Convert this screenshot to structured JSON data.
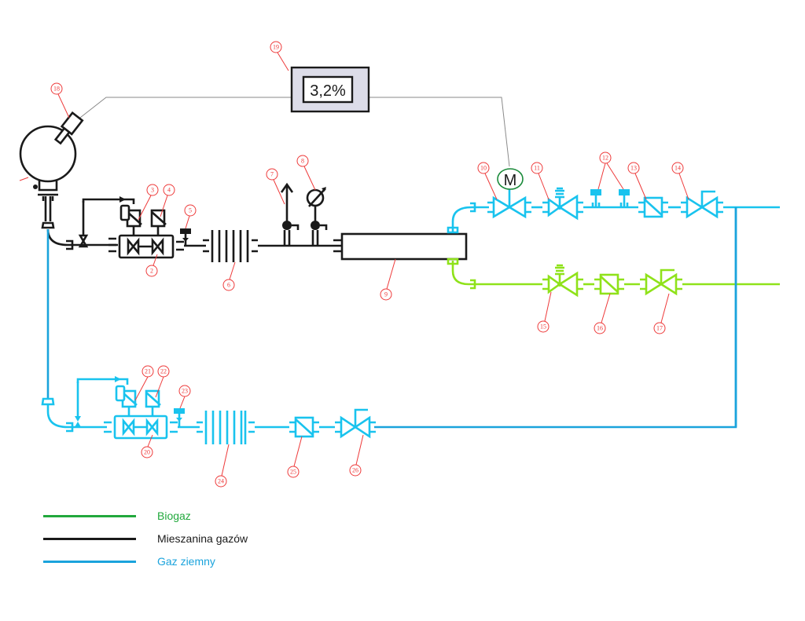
{
  "diagram": {
    "title": "Schemat instalacji mieszania biogazu z gazem ziemnym",
    "analyzer_display": {
      "tag": "19",
      "value": "3,2%"
    },
    "motor_label": "M",
    "colors": {
      "biogas": "#8fe21a",
      "biogas_legend": "#21a83c",
      "mixture": "#1a1a1a",
      "natural_gas": "#19c3ee",
      "natural_gas_legend": "#1aa3dc",
      "tag": "#ee3a3a",
      "motor": "#1a8a3a",
      "display_bg": "#dcdce8"
    },
    "tags": {
      "t2": "2",
      "t3": "3",
      "t4": "4",
      "t5": "5",
      "t6": "6",
      "t7": "7",
      "t8": "8",
      "t9": "9",
      "t10": "10",
      "t11": "11",
      "t12": "12",
      "t13": "13",
      "t14": "14",
      "t15": "15",
      "t16": "16",
      "t17": "17",
      "t18": "18",
      "t19": "19",
      "t20": "20",
      "t21": "21",
      "t22": "22",
      "t23": "23",
      "t24": "24",
      "t25": "25",
      "t26": "26"
    }
  },
  "legend": [
    {
      "label": "Biogaz",
      "color": "#21a83c",
      "line_color": "#21a83c"
    },
    {
      "label": "Mieszanina gazów",
      "color": "#1a1a1a",
      "line_color": "#1a1a1a"
    },
    {
      "label": "Gaz ziemny",
      "color": "#1aa3dc",
      "line_color": "#1aa3dc"
    }
  ]
}
